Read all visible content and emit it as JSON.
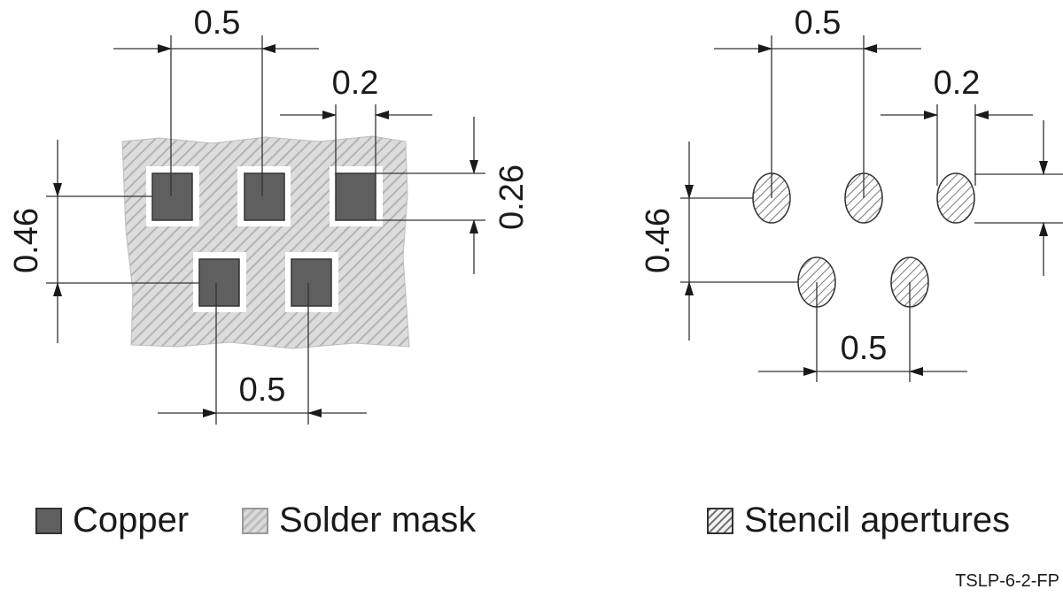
{
  "footprint": {
    "pitch_top": "0.5",
    "pad_width": "0.2",
    "pad_height": "0.26",
    "row_spacing": "0.46",
    "pitch_bottom": "0.5"
  },
  "stencil": {
    "pitch_top": "0.5",
    "pad_width": "0.2",
    "row_spacing": "0.46",
    "pitch_bottom": "0.5"
  },
  "legend": {
    "copper": "Copper",
    "solder_mask": "Solder mask",
    "stencil_apertures": "Stencil apertures"
  },
  "figure_code": "TSLP-6-2-FP",
  "colors": {
    "copper": "#5f5f5f",
    "solder_mask": "#cfcfcf",
    "line": "#333333"
  }
}
